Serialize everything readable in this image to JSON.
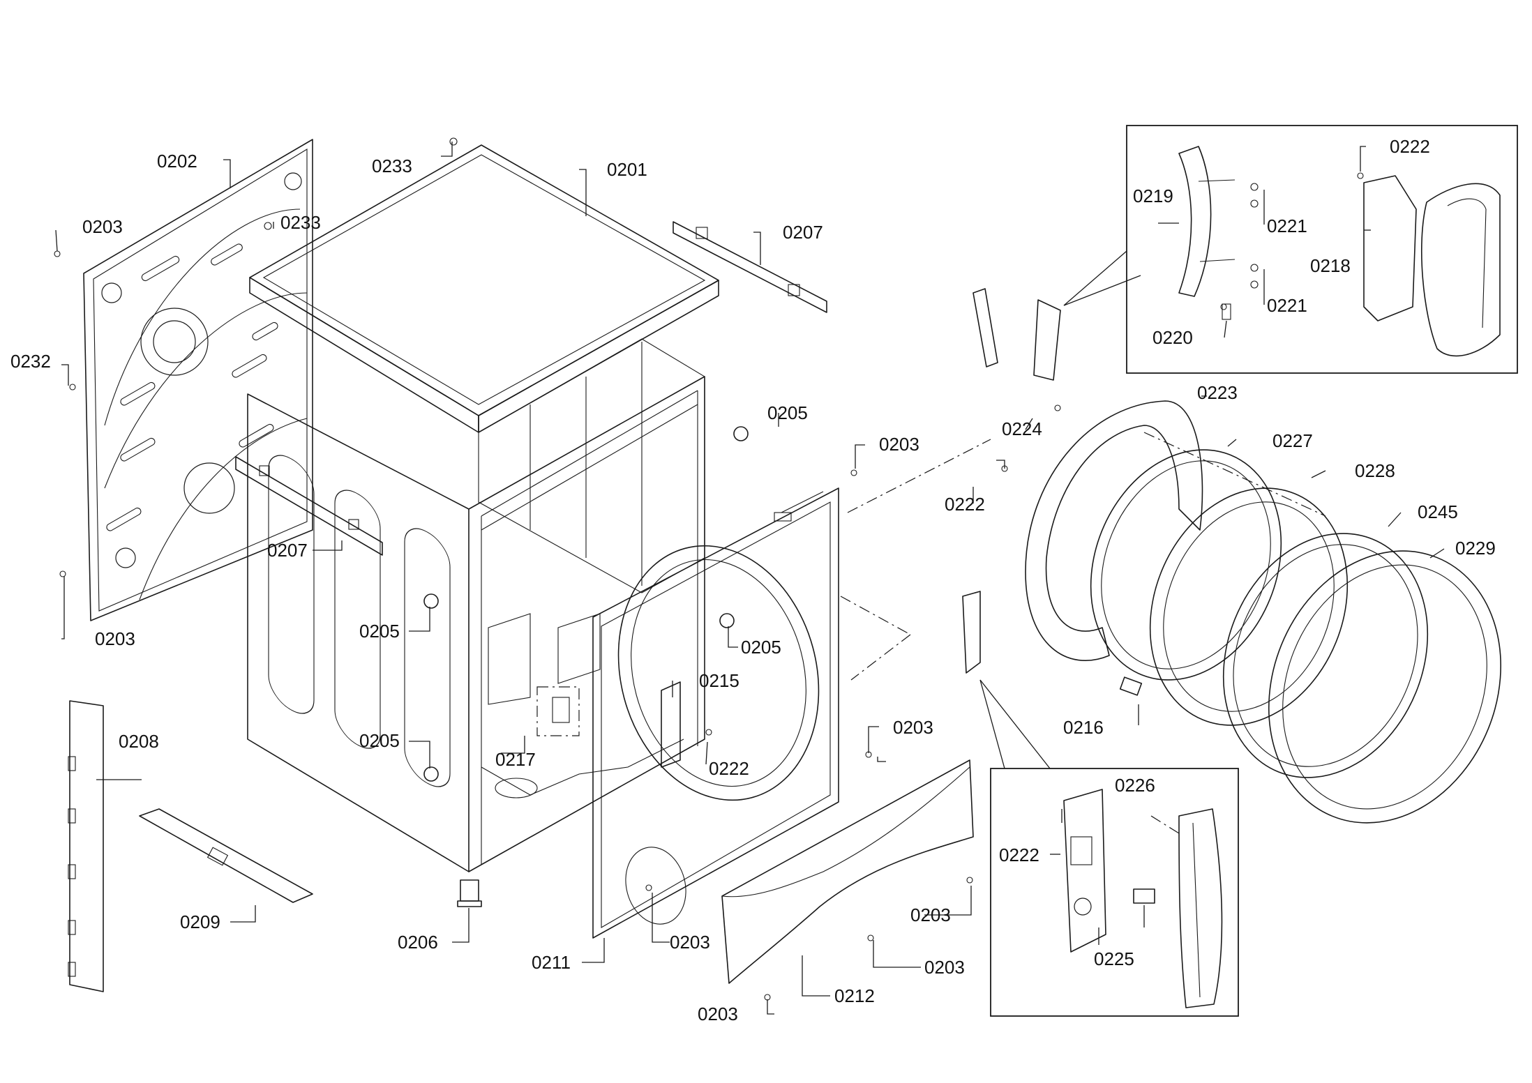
{
  "labels": {
    "p0201": "0201",
    "p0202": "0202",
    "p0203": "0203",
    "p0205": "0205",
    "p0206": "0206",
    "p0207": "0207",
    "p0208": "0208",
    "p0209": "0209",
    "p0211": "0211",
    "p0212": "0212",
    "p0215": "0215",
    "p0216": "0216",
    "p0217": "0217",
    "p0218": "0218",
    "p0219": "0219",
    "p0220": "0220",
    "p0221": "0221",
    "p0222": "0222",
    "p0223": "0223",
    "p0224": "0224",
    "p0225": "0225",
    "p0226": "0226",
    "p0227": "0227",
    "p0228": "0228",
    "p0229": "0229",
    "p0232": "0232",
    "p0233": "0233",
    "p0245": "0245"
  }
}
